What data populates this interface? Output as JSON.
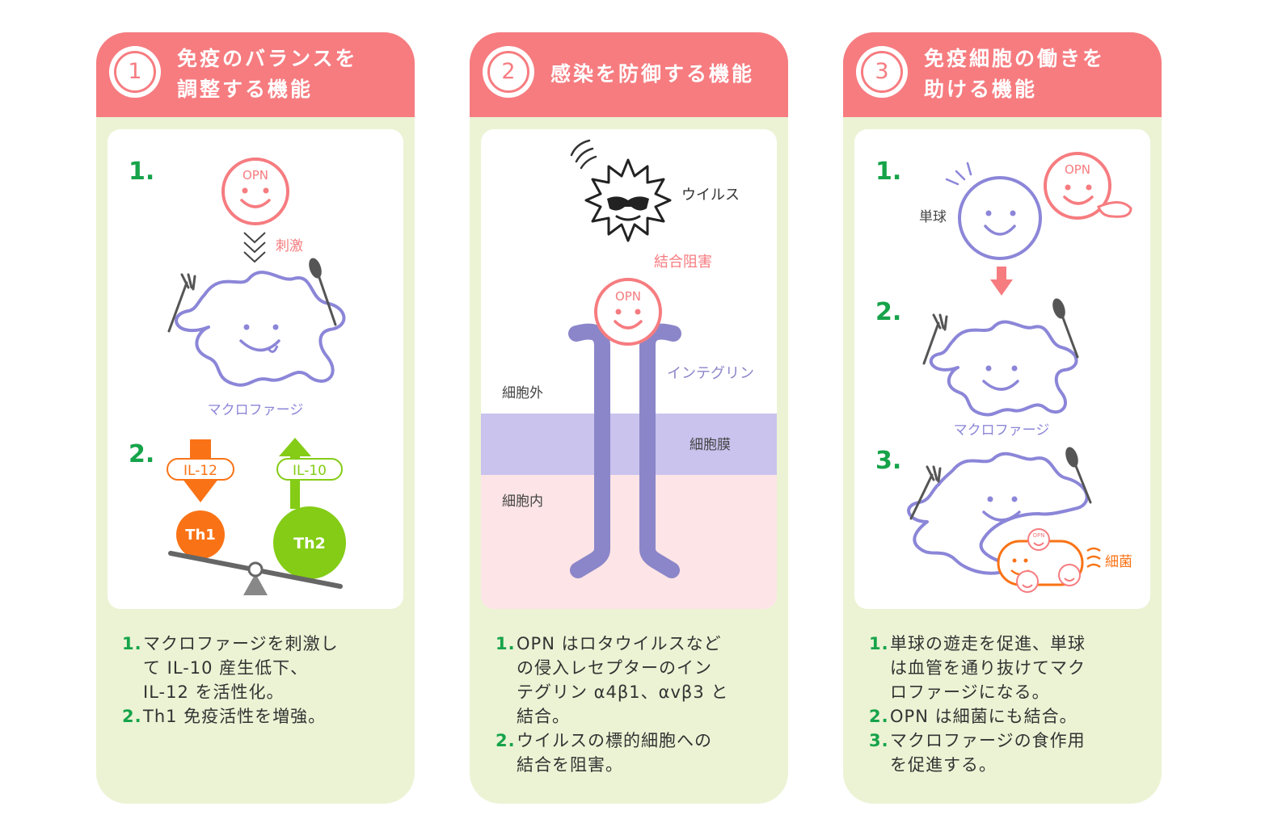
{
  "colors": {
    "header": "#f67c80",
    "card_bg": "#ebf3d4",
    "number_green": "#16a34a",
    "macrophage": "#8b86d8",
    "integrin": "#8b86c9",
    "il12": "#f97316",
    "il10": "#84cc16"
  },
  "panels": [
    {
      "number": "1",
      "title_lines": [
        "免疫のバランスを",
        "調整する機能"
      ],
      "illustration": {
        "step1": "1.",
        "step2": "2.",
        "opn": "OPN",
        "stimulus": "刺激",
        "macrophage": "マクロファージ",
        "il12": "IL-12",
        "il10": "IL-10",
        "th1": "Th1",
        "th2": "Th2"
      },
      "captions": [
        {
          "num": "1.",
          "text": "マクロファージを刺激し\nて IL-10 産生低下、\nIL-12 を活性化。"
        },
        {
          "num": "2.",
          "text": "Th1 免疫活性を増強。"
        }
      ]
    },
    {
      "number": "2",
      "title_lines": [
        "感染を防御する機能"
      ],
      "illustration": {
        "virus": "ウイルス",
        "binding_block": "結合阻害",
        "opn": "OPN",
        "integrin": "インテグリン",
        "extracellular": "細胞外",
        "membrane": "細胞膜",
        "intracellular": "細胞内"
      },
      "captions": [
        {
          "num": "1.",
          "text": "OPN はロタウイルスなど\nの侵入レセプターのイン\nテグリン α4β1、αvβ3 と\n結合。"
        },
        {
          "num": "2.",
          "text": "ウイルスの標的細胞への\n結合を阻害。"
        }
      ]
    },
    {
      "number": "3",
      "title_lines": [
        "免疫細胞の働きを",
        "助ける機能"
      ],
      "illustration": {
        "step1": "1.",
        "step2": "2.",
        "step3": "3.",
        "opn": "OPN",
        "monocyte": "単球",
        "macrophage": "マクロファージ",
        "bacteria": "細菌",
        "opn_small": "OPN"
      },
      "captions": [
        {
          "num": "1.",
          "text": "単球の遊走を促進、単球\nは血管を通り抜けてマク\nロファージになる。"
        },
        {
          "num": "2.",
          "text": "OPN は細菌にも結合。"
        },
        {
          "num": "3.",
          "text": "マクロファージの食作用\nを促進する。"
        }
      ]
    }
  ]
}
